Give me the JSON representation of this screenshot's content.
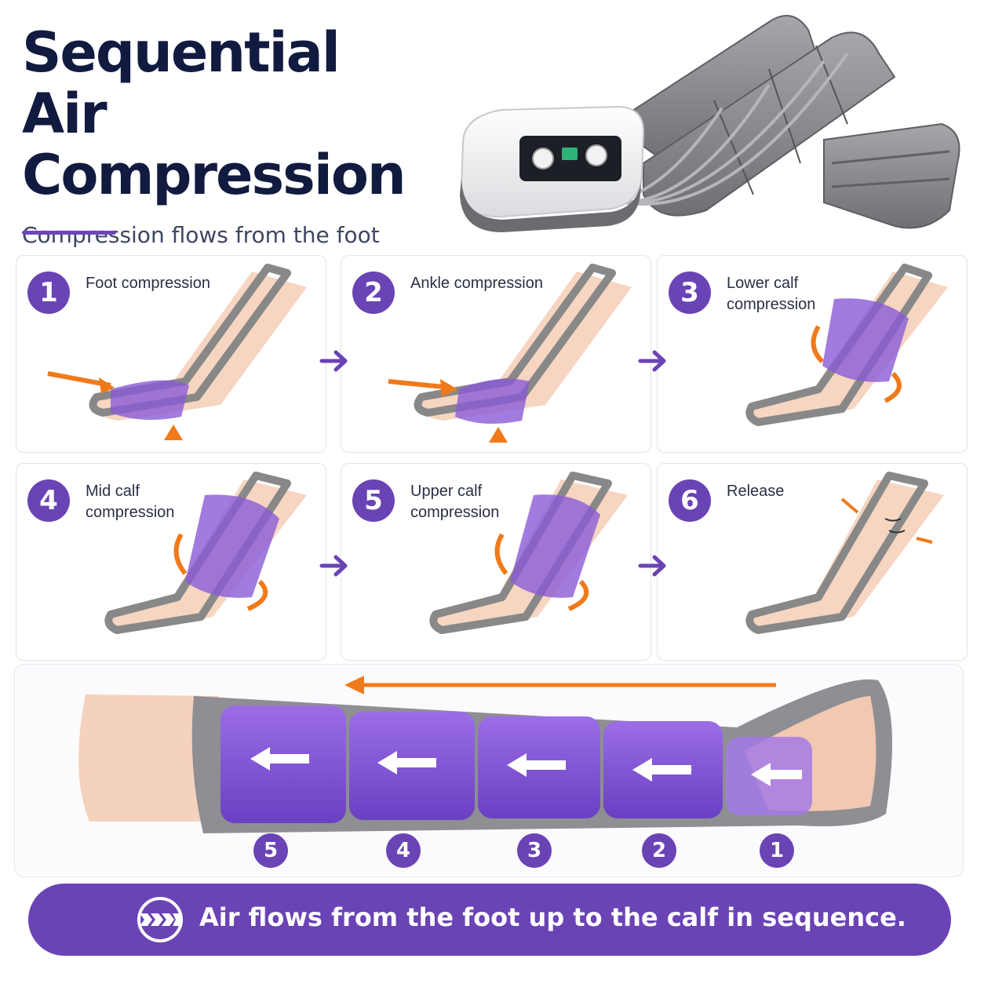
{
  "header": {
    "title": "Sequential\nAir Compression",
    "title_line1": "Sequential",
    "title_line2": "Air Compression",
    "subtitle": "Compression flows from the foot up to the calf in sequence"
  },
  "steps": [
    {
      "number": "1",
      "label": "Foot compression"
    },
    {
      "number": "2",
      "label": "Ankle compression"
    },
    {
      "number": "3",
      "label": "Lower calf compression"
    },
    {
      "number": "4",
      "label": "Mid calf compression"
    },
    {
      "number": "5",
      "label": "Upper calf compression"
    },
    {
      "number": "6",
      "label": "Release"
    }
  ],
  "segments": [
    "5",
    "4",
    "3",
    "2",
    "1"
  ],
  "banner": {
    "text": "Air flows from the foot up to the calf in sequence.",
    "icon": "flow-chevrons-icon"
  },
  "colors": {
    "navy": "#111a3f",
    "purple": "#6a43b5",
    "orange": "#f07a1a",
    "sleeve_gray": "#8a8a8e",
    "skin": "#f5d2bd"
  }
}
